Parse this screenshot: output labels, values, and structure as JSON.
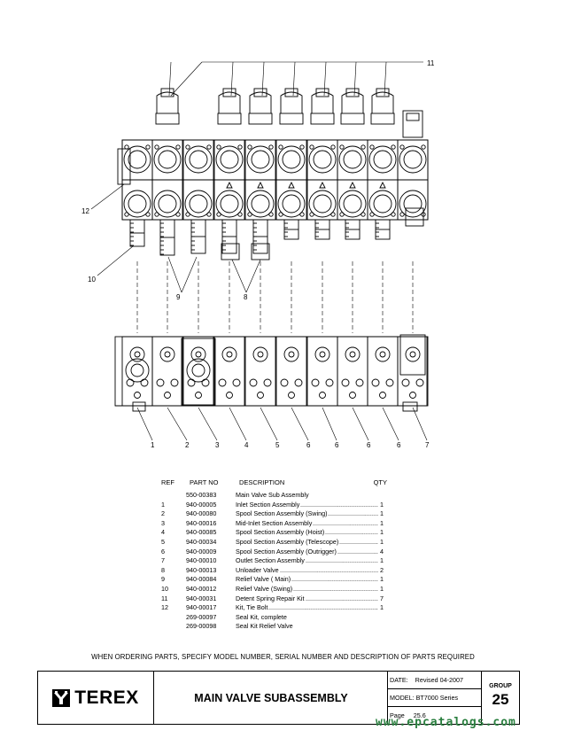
{
  "callouts_top": {
    "c11": "11",
    "c12": "12",
    "c10": "10",
    "c9": "9",
    "c8": "8"
  },
  "callouts_bottom": [
    "1",
    "2",
    "3",
    "4",
    "5",
    "6",
    "6",
    "6",
    "6",
    "7"
  ],
  "top_view_section_count": 10,
  "side_view_section_count": 10,
  "parts_list": {
    "headers": {
      "ref": "REF",
      "part_no": "PART NO",
      "description": "DESCRIPTION",
      "qty": "QTY"
    },
    "rows": [
      {
        "ref": "",
        "part_no": "550-00383",
        "description": "Main Valve Sub Assembly",
        "qty": ""
      },
      {
        "ref": "1",
        "part_no": "940-00005",
        "description": "Inlet Section Assembly",
        "qty": "1"
      },
      {
        "ref": "2",
        "part_no": "940-00080",
        "description": "Spool Section Assembly (Swing)",
        "qty": "1"
      },
      {
        "ref": "3",
        "part_no": "940-00016",
        "description": "Mid-Inlet Section Assembly",
        "qty": "1"
      },
      {
        "ref": "4",
        "part_no": "940-00085",
        "description": "Spool Section Assembly (Hoist)",
        "qty": "1"
      },
      {
        "ref": "5",
        "part_no": "940-00034",
        "description": "Spool Section Assembly (Telescope)",
        "qty": "1"
      },
      {
        "ref": "6",
        "part_no": "940-00009",
        "description": "Spool Section Assembly (Outrigger)",
        "qty": "4"
      },
      {
        "ref": "7",
        "part_no": "940-00010",
        "description": "Outlet Section Assembly",
        "qty": "1"
      },
      {
        "ref": "8",
        "part_no": "940-00013",
        "description": "Unloader Valve",
        "qty": "2"
      },
      {
        "ref": "9",
        "part_no": "940-00084",
        "description": "Relief Valve ( Main)",
        "qty": "1"
      },
      {
        "ref": "10",
        "part_no": "940-00012",
        "description": "Relief Valve (Swing)",
        "qty": "1"
      },
      {
        "ref": "11",
        "part_no": "940-00031",
        "description": "Detent Spring Repair Kit",
        "qty": "7"
      },
      {
        "ref": "12",
        "part_no": "940-00017",
        "description": "Kit, Tie Bolt",
        "qty": "1"
      },
      {
        "ref": "",
        "part_no": "269-00097",
        "description": "Seal Kit, complete",
        "qty": ""
      },
      {
        "ref": "",
        "part_no": "269-00098",
        "description": "Seal Kit Relief Valve",
        "qty": ""
      }
    ]
  },
  "notice": "WHEN ORDERING PARTS, SPECIFY MODEL NUMBER, SERIAL NUMBER AND DESCRIPTION OF PARTS REQUIRED",
  "title_block": {
    "logo_text": "TEREX",
    "title": "MAIN VALVE SUBASSEMBLY",
    "date_label": "DATE:",
    "date_value": "Revised 04-2007",
    "model_label": "MODEL:",
    "model_value": "BT7000 Series",
    "page_label": "Page",
    "page_value": "25.6",
    "group_label": "GROUP",
    "group_value": "25"
  },
  "watermark": "www.epcatalogs.com"
}
